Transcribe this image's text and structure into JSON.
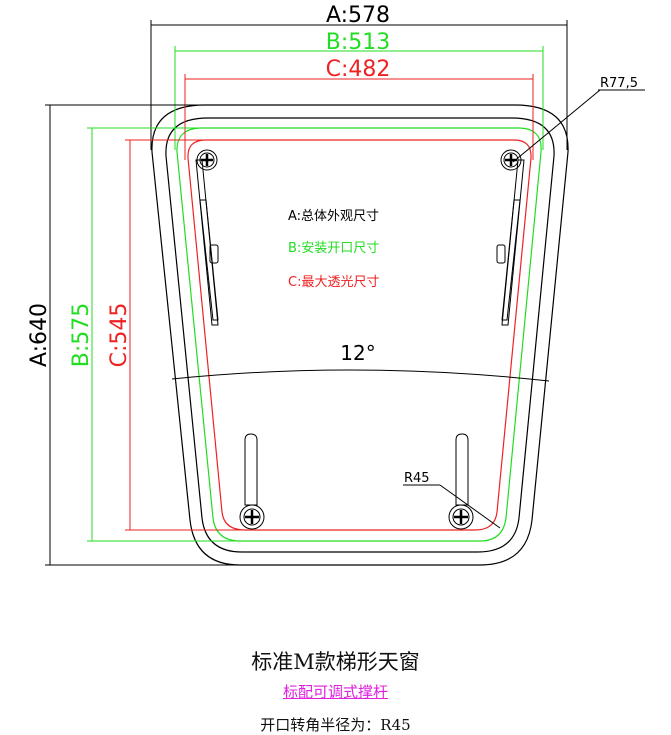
{
  "dimensions": {
    "width_a": "A:578",
    "width_b": "B:513",
    "width_c": "C:482",
    "height_a": "A:640",
    "height_b": "B:575",
    "height_c": "C:545",
    "corner_radius_outer": "R77,5",
    "corner_radius_opening": "R45",
    "taper_angle": "12°"
  },
  "legend": {
    "a": "A:总体外观尺寸",
    "b": "B:安装开口尺寸",
    "c": "C:最大透光尺寸"
  },
  "caption": {
    "title": "标准M款梯形天窗",
    "subtitle": "标配可调式撑杆",
    "note": "开口转角半径为：R45"
  },
  "colors": {
    "a": "#000000",
    "b": "#22dd22",
    "c": "#ee2222",
    "subtitle": "#e020e0"
  }
}
